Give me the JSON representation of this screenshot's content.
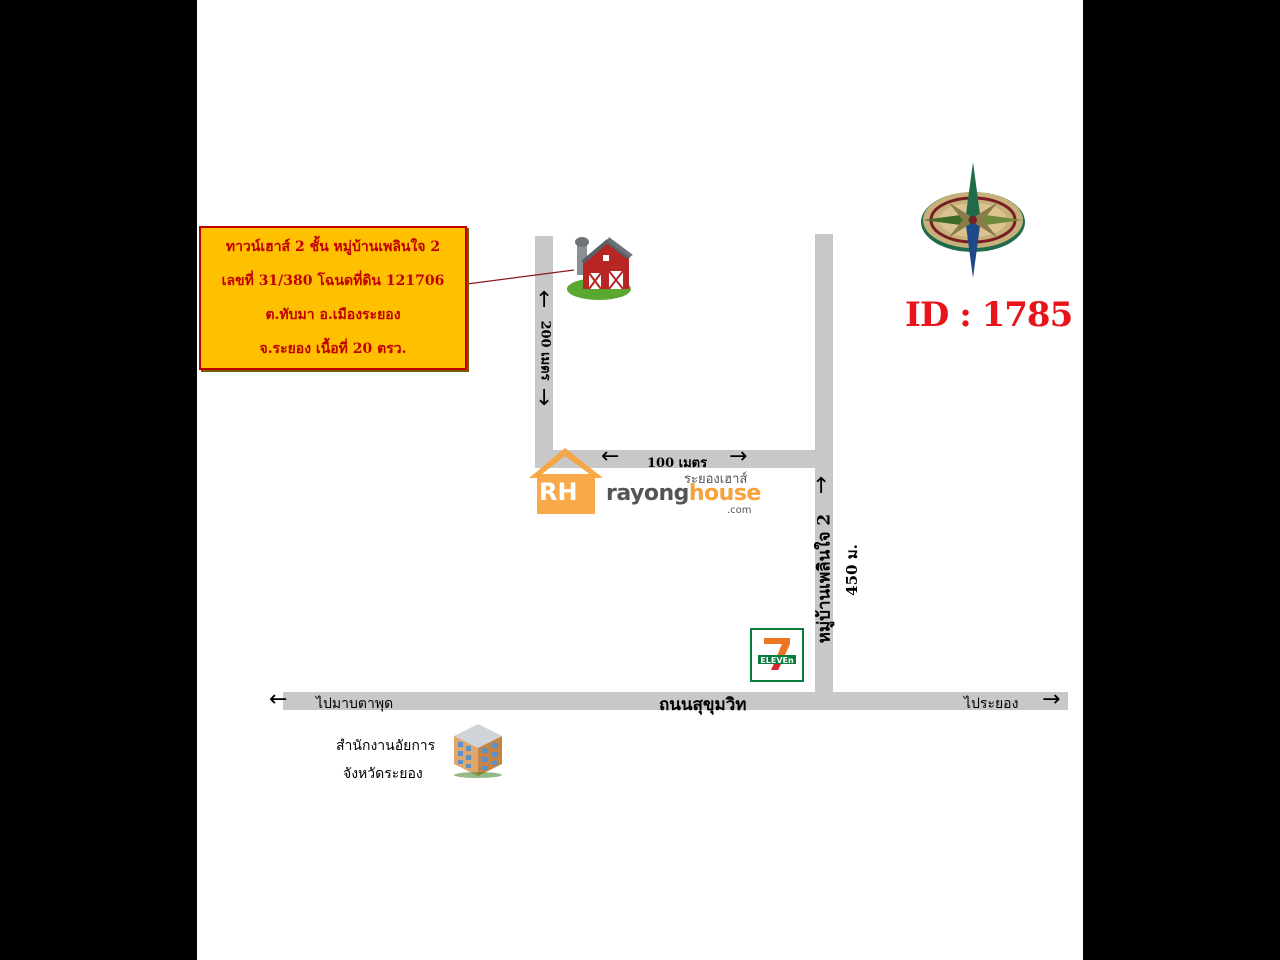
{
  "map": {
    "id_label": "ID : 1785",
    "info_box": {
      "lines": [
        "ทาวน์เฮาส์ 2 ชั้น หมู่บ้านเพลินใจ 2",
        "เลขที่ 31/380 โฉนดที่ดิน 121706",
        "ต.ทับมา อ.เมืองระยอง",
        "จ.ระยอง เนื้อที่ 20 ตรว."
      ]
    },
    "distances": {
      "vertical_short": "200 เมตร",
      "horizontal": "100 เมตร",
      "vertical_long": "450 ม."
    },
    "roads": {
      "village_road": "หมู่บ้านเพลินใจ 2",
      "main_road": "ถนนสุขุมวิท",
      "to_left": "ไปมาบตาพุด",
      "to_right": "ไประยอง"
    },
    "landmark": {
      "office_line1": "สำนักงานอัยการ",
      "office_line2": "จังหวัดระยอง",
      "store_logo_text": "ELEVEn"
    },
    "watermark": {
      "thai": "ระยองเฮาส์",
      "brand_a": "rayong",
      "brand_b": "house",
      "domain": ".com",
      "initials": "RH"
    },
    "colors": {
      "road": "#c8c8c8",
      "info_bg": "#ffc000",
      "info_text": "#c00000",
      "id_text": "#e8141a",
      "brand_orange": "#f7a23b"
    },
    "icons": [
      "barn-icon",
      "compass-icon",
      "seven-eleven-icon",
      "building-icon",
      "house-watermark-icon"
    ]
  }
}
